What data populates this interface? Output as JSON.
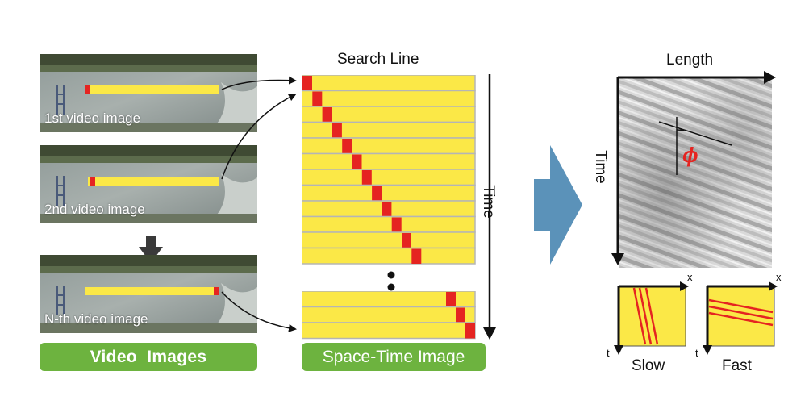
{
  "video_images": {
    "frames": [
      {
        "caption": "1st video image"
      },
      {
        "caption": "2nd video image"
      },
      {
        "caption": "N-th video image"
      }
    ],
    "label": "Video  Images"
  },
  "space_time": {
    "title": "Search Line",
    "time_label": "Time",
    "label": "Space-Time Image",
    "top_rows": 12,
    "bottom_rows": 3
  },
  "result": {
    "length_label": "Length",
    "time_label": "Time",
    "angle_symbol": "ϕ",
    "examples": [
      {
        "label": "Slow",
        "x_axis": "x",
        "t_axis": "t"
      },
      {
        "label": "Fast",
        "x_axis": "x",
        "t_axis": "t"
      }
    ]
  },
  "colors": {
    "yellow": "#fbe847",
    "red": "#e52421",
    "green": "#6db33f",
    "blue_arrow": "#5b92b9",
    "row_border": "#b5b5b5"
  }
}
